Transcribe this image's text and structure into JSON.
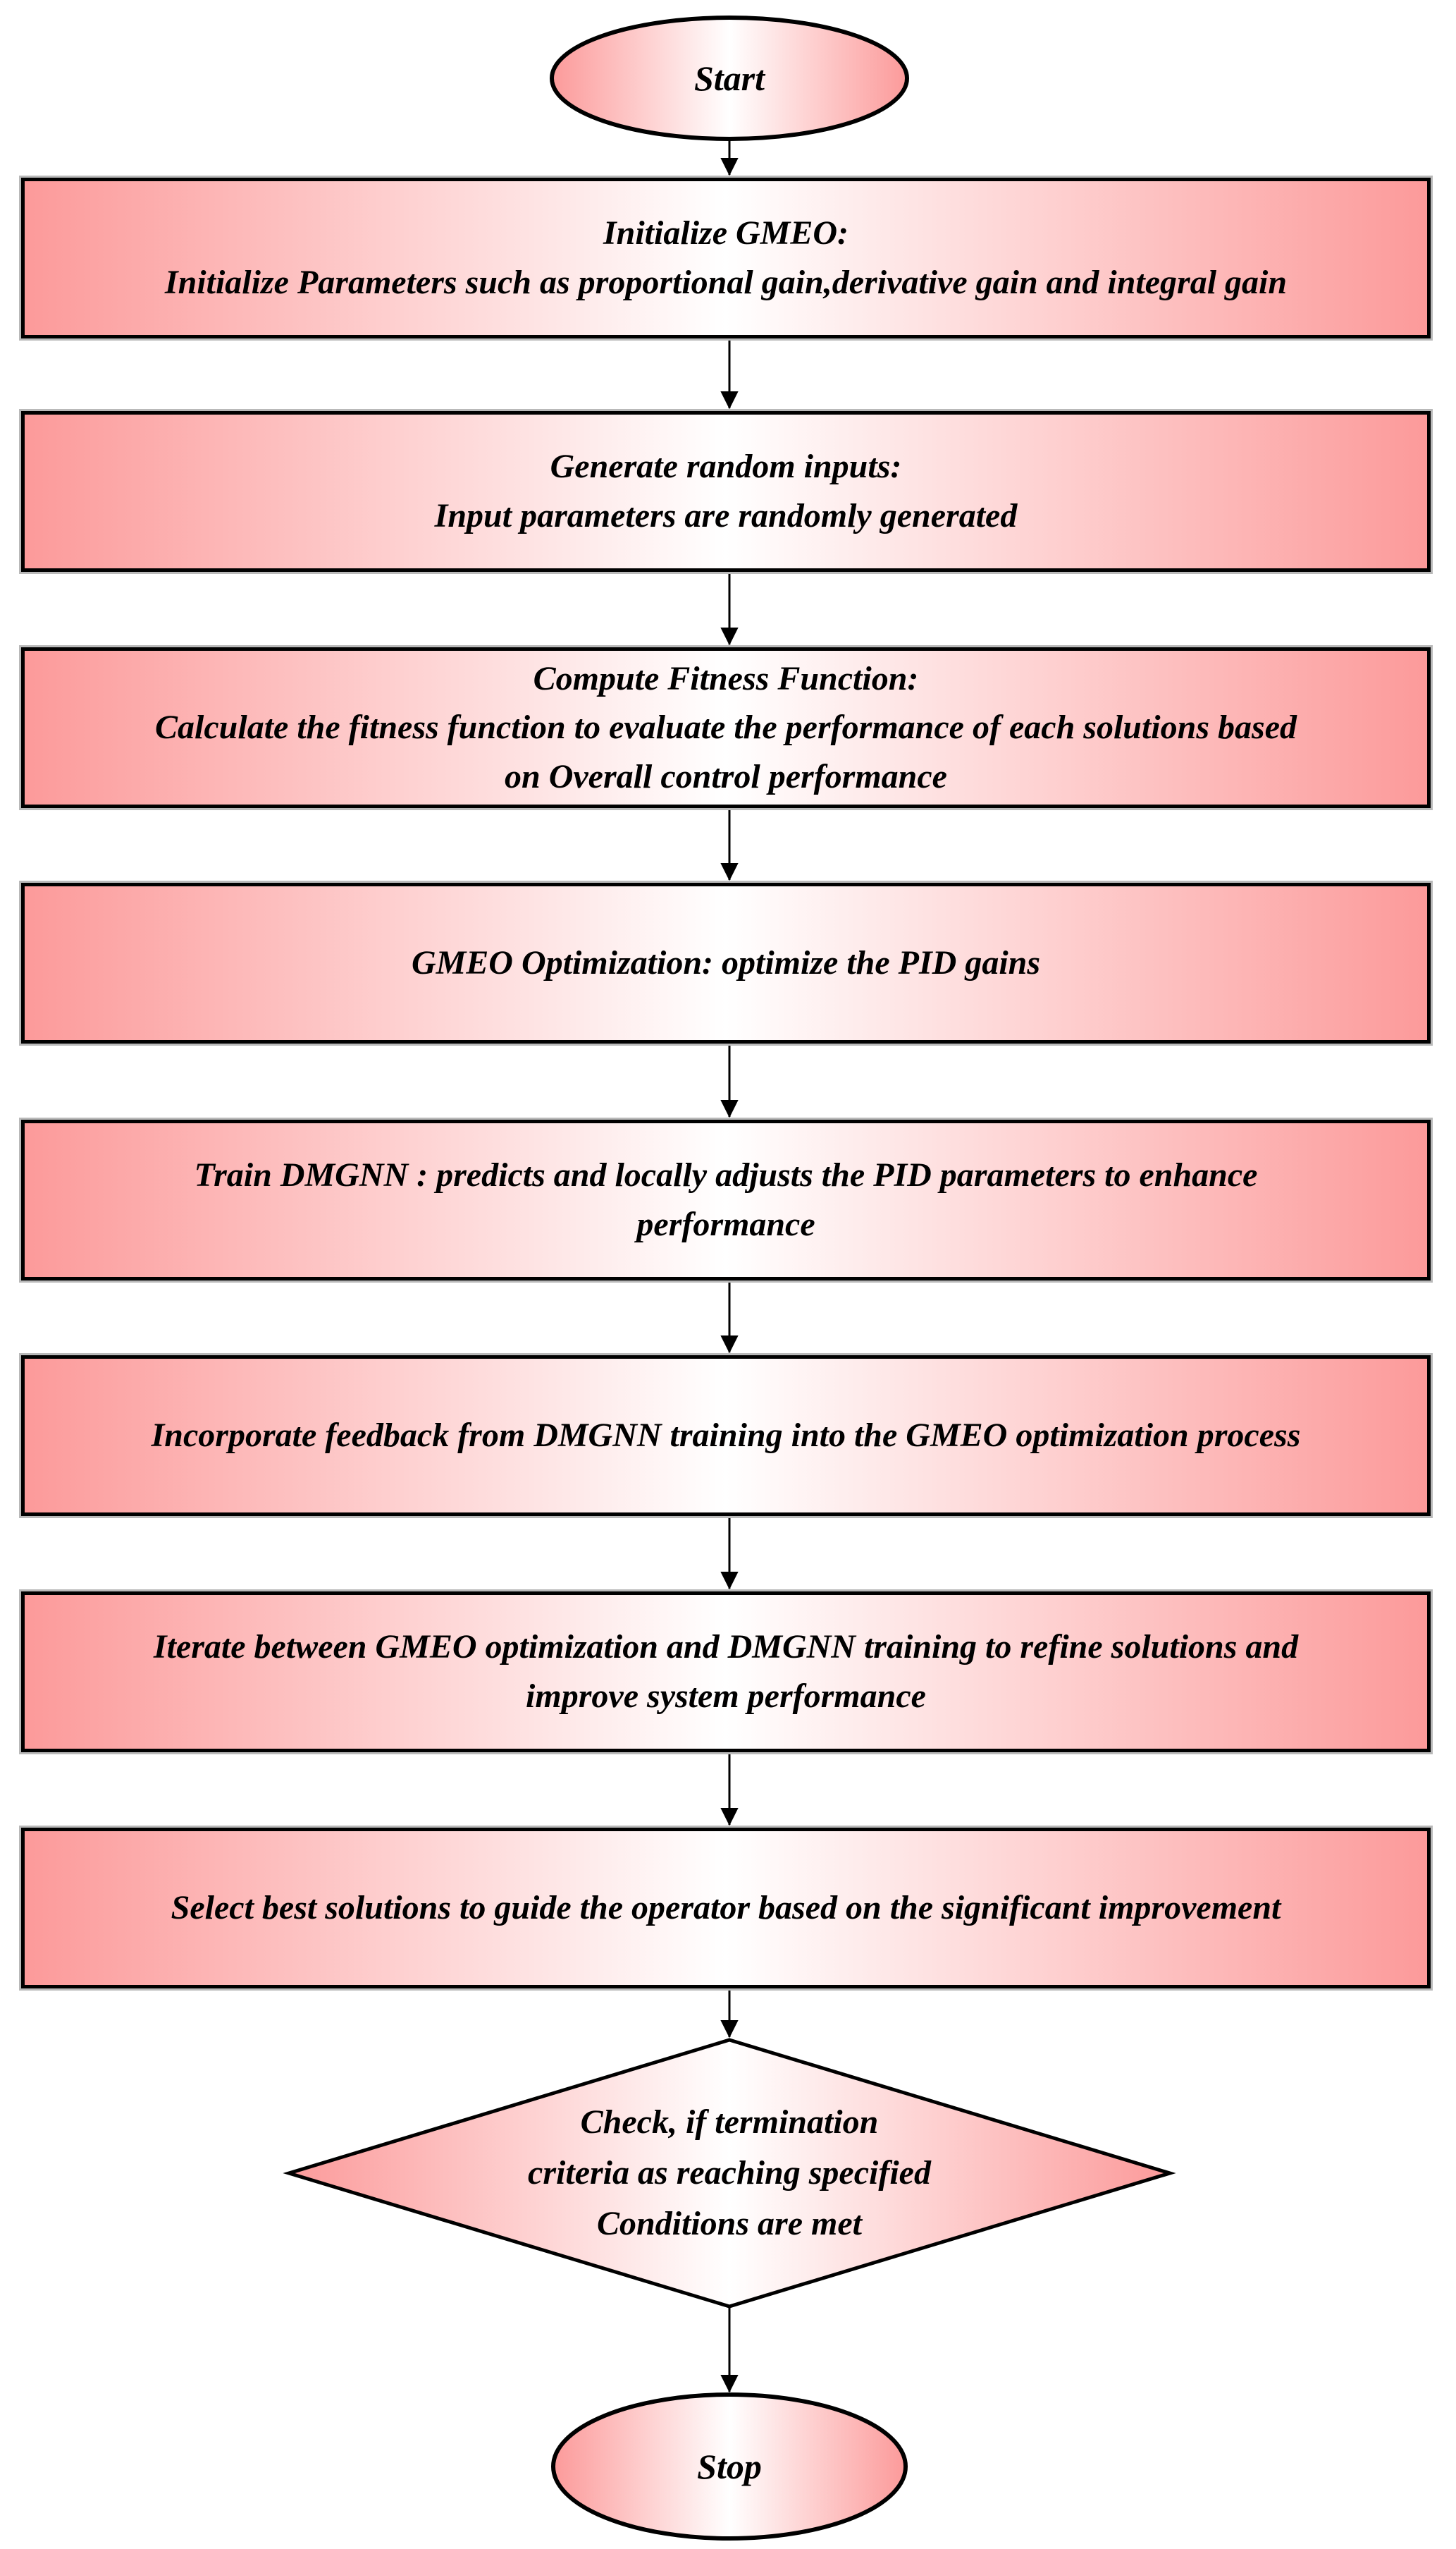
{
  "flowchart": {
    "nodes": [
      {
        "id": "start",
        "type": "terminator",
        "label": "Start"
      },
      {
        "id": "initialize-gmeo",
        "type": "process",
        "label": "Initialize GMEO:\nInitialize Parameters such as proportional gain,derivative gain and integral gain"
      },
      {
        "id": "generate-random-inputs",
        "type": "process",
        "label": "Generate random inputs:\nInput parameters are randomly generated"
      },
      {
        "id": "compute-fitness-function",
        "type": "process",
        "label": "Compute Fitness Function:\nCalculate the fitness function to evaluate the performance of each solutions based\non Overall control performance"
      },
      {
        "id": "gmeo-optimization",
        "type": "process",
        "label": "GMEO Optimization: optimize the PID gains"
      },
      {
        "id": "train-dmgnn",
        "type": "process",
        "label": "Train DMGNN : predicts and locally adjusts the PID parameters to enhance\nperformance"
      },
      {
        "id": "incorporate-feedback",
        "type": "process",
        "label": "Incorporate feedback from DMGNN training into the GMEO optimization process"
      },
      {
        "id": "iterate-refine",
        "type": "process",
        "label": "Iterate between GMEO optimization and DMGNN training to refine solutions and\nimprove system performance"
      },
      {
        "id": "select-best-solutions",
        "type": "process",
        "label": "Select best solutions to guide the operator based on the significant improvement"
      },
      {
        "id": "termination-check",
        "type": "decision",
        "label": "Check, if termination\ncriteria as reaching specified\nConditions are met"
      },
      {
        "id": "stop",
        "type": "terminator",
        "label": "Stop"
      }
    ],
    "colors": {
      "shape_edge": "#FC9A9A",
      "shape_center": "#FFFFFF",
      "outline": "#000000",
      "arrow": "#000000",
      "background": "#FFFFFF"
    }
  }
}
